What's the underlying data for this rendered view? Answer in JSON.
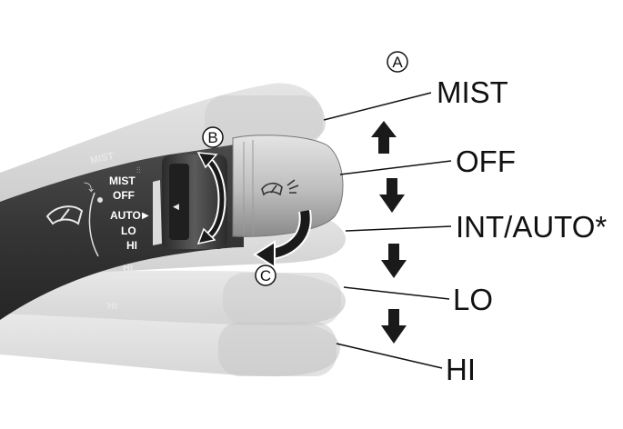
{
  "callouts": {
    "a": "A",
    "b": "B",
    "c": "C"
  },
  "positions": {
    "mist": "MIST",
    "off": "OFF",
    "int_auto": "INT/AUTO*",
    "lo": "LO",
    "hi": "HI"
  },
  "stalk_scale": {
    "mist": "MIST",
    "off": "OFF",
    "auto": "AUTO",
    "lo": "LO",
    "hi": "HI"
  },
  "ghost_labels": {
    "mist": "MIST",
    "hi_1": "HI",
    "hi_2": "HI"
  },
  "colors": {
    "label": "#111111",
    "stalk_dark": "#3a3a3a",
    "arrow": "#1a1a1a"
  },
  "icons": [
    "front-wiper-icon",
    "wiper-washer-icon",
    "up-arrow-icon",
    "down-arrow-icon",
    "rotate-arrow-icon",
    "dial-rotate-arrow-icon",
    "scale-bars-icon"
  ]
}
